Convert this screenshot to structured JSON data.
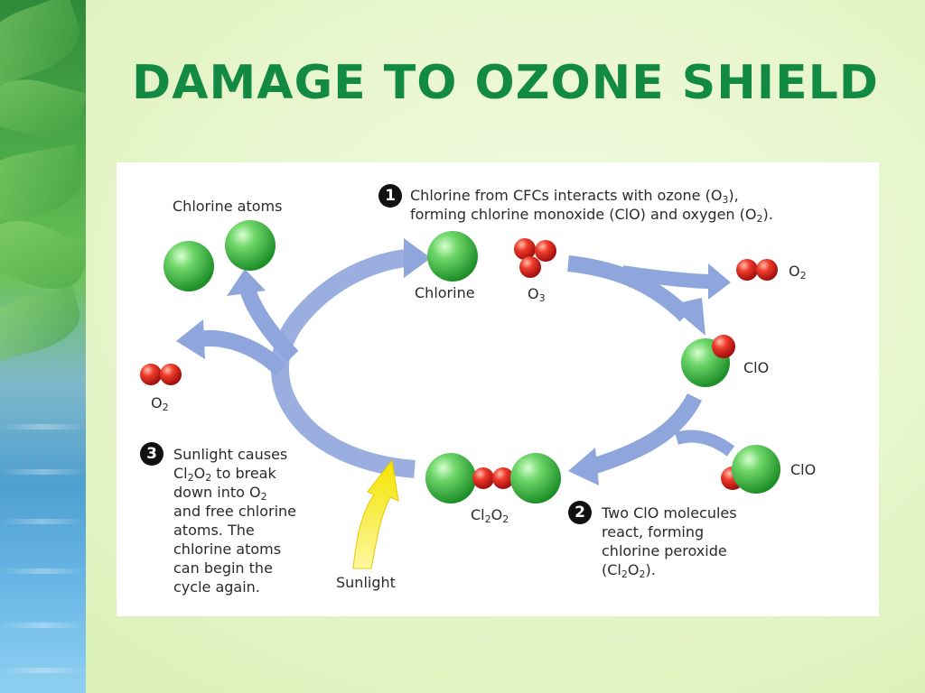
{
  "slide": {
    "title": "DAMAGE TO OZONE SHIELD"
  },
  "diagram": {
    "labels": {
      "chlorine_atoms": "Chlorine atoms",
      "chlorine": "Chlorine",
      "o3": "O",
      "o3_sub": "3",
      "o2_top": "O",
      "o2_top_sub": "2",
      "o2_left": "O",
      "o2_left_sub": "2",
      "clo_1": "ClO",
      "clo_2": "ClO",
      "cl2o2_a": "Cl",
      "cl2o2_b": "2",
      "cl2o2_c": "O",
      "cl2o2_d": "2",
      "sunlight": "Sunlight"
    },
    "steps": [
      {
        "number": "1",
        "line1_a": "Chlorine from CFCs interacts with ozone (O",
        "line1_sub": "3",
        "line1_b": "),",
        "line2_a": "forming chlorine monoxide (ClO) and oxygen (O",
        "line2_sub": "2",
        "line2_b": ")."
      },
      {
        "number": "2",
        "line1": "Two ClO molecules",
        "line2": "react, forming",
        "line3": "chlorine peroxide",
        "line4_a": "(Cl",
        "line4_sub1": "2",
        "line4_b": "O",
        "line4_sub2": "2",
        "line4_c": ")."
      },
      {
        "number": "3",
        "line1": "Sunlight causes",
        "line2_a": "Cl",
        "line2_sub1": "2",
        "line2_b": "O",
        "line2_sub2": "2",
        "line2_c": " to break",
        "line3_a": "down into O",
        "line3_sub": "2",
        "line4": "and free chlorine",
        "line5": "atoms. The",
        "line6": "chlorine atoms",
        "line7": "can begin the",
        "line8": "cycle again."
      }
    ],
    "colors": {
      "chlorine_green": "#3cb43c",
      "oxygen_red": "#e02020",
      "arrow_blue": "#8fa6dc",
      "sunlight_yellow": "#f5ea1a",
      "title_green": "#138a44"
    }
  }
}
